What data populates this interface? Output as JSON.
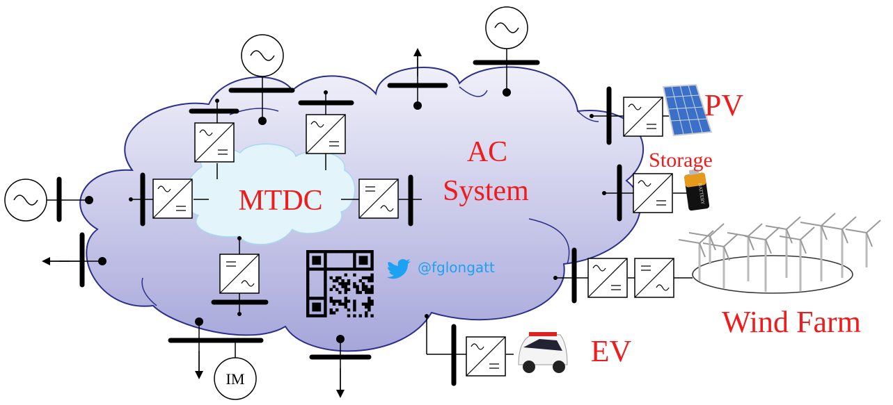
{
  "labels": {
    "ac_line1": "AC",
    "ac_line2": "System",
    "mtdc": "MTDC",
    "pv": "PV",
    "storage": "Storage",
    "wind_farm": "Wind Farm",
    "ev": "EV",
    "im": "IM",
    "twitter_handle": "@fglongatt",
    "battery_text": "BATTERY"
  },
  "colors": {
    "text_red": "#ee1c1c",
    "twitter_blue": "#1da1f2",
    "cloud_stroke": "#2b2f8a",
    "cloud_fill_top": "#eeeef8",
    "cloud_fill_bottom": "#a9a9dc",
    "mtdc_fill": "#e4f4fb"
  }
}
